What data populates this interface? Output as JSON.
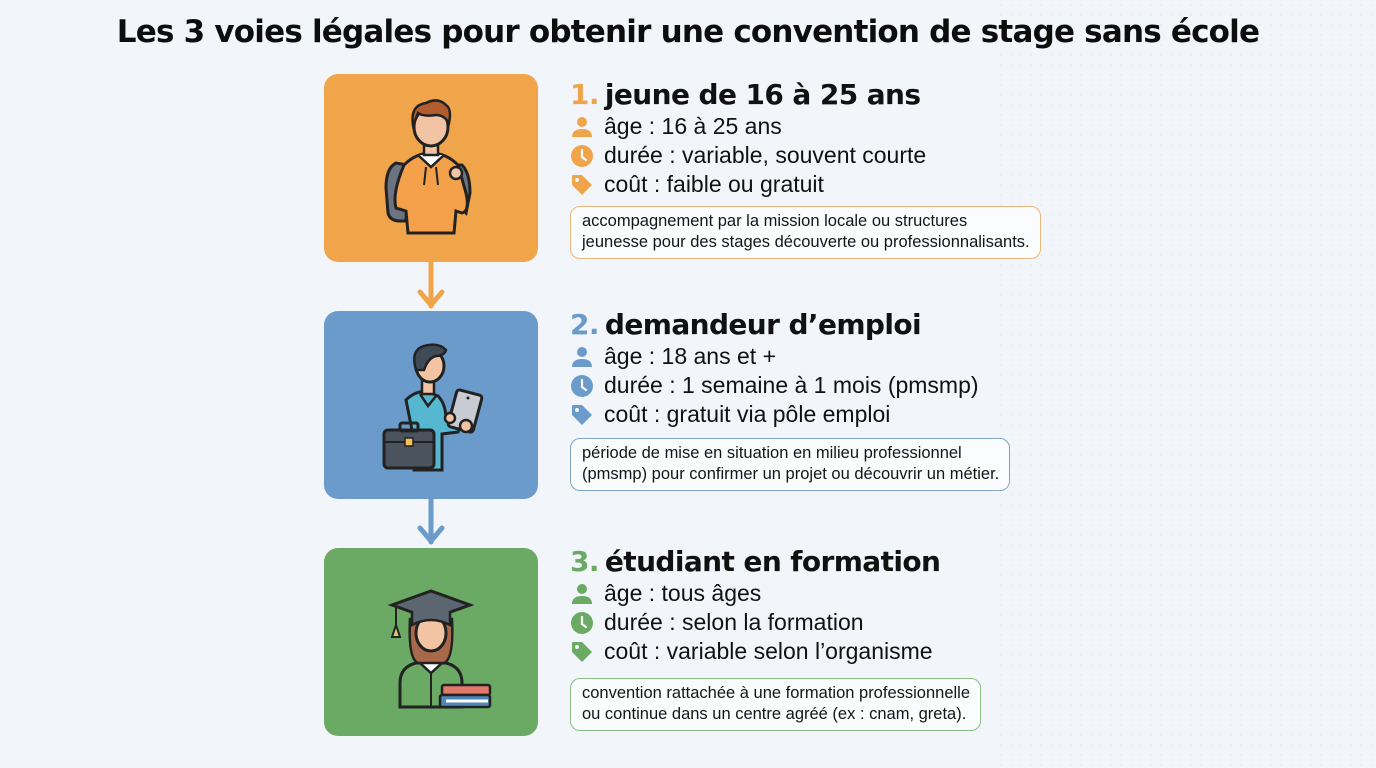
{
  "title": "Les 3 voies légales pour obtenir une convention de stage sans école",
  "colors": {
    "background": "#f2f6fa",
    "orange": "#f0a54b",
    "blue": "#6a9bcb",
    "green": "#6aaa64",
    "text": "#111111"
  },
  "steps": [
    {
      "number": "1.",
      "heading": "jeune de 16 à 25 ans",
      "color": "#f0a54b",
      "illustration": "student-with-backpack-icon",
      "details": [
        {
          "icon": "person-icon",
          "text": "âge : 16 à 25 ans"
        },
        {
          "icon": "clock-icon",
          "text": "durée : variable, souvent courte"
        },
        {
          "icon": "price-tag-icon",
          "text": "coût : faible ou gratuit"
        }
      ],
      "note": [
        "accompagnement par la mission locale ou structures",
        "jeunesse pour des stages découverte ou professionnalisants."
      ]
    },
    {
      "number": "2.",
      "heading": "demandeur d’emploi",
      "color": "#6a9bcb",
      "illustration": "job-seeker-with-briefcase-tablet-icon",
      "details": [
        {
          "icon": "person-icon",
          "text": "âge : 18 ans et +"
        },
        {
          "icon": "clock-icon",
          "text": "durée : 1 semaine à 1 mois (pmsmp)"
        },
        {
          "icon": "price-tag-icon",
          "text": "coût : gratuit via pôle emploi"
        }
      ],
      "note": [
        "période de mise en situation en milieu professionnel",
        "(pmsmp) pour confirmer un projet ou découvrir un métier."
      ]
    },
    {
      "number": "3.",
      "heading": "étudiant en formation",
      "color": "#6aaa64",
      "illustration": "graduate-with-books-icon",
      "details": [
        {
          "icon": "person-icon",
          "text": "âge : tous âges"
        },
        {
          "icon": "clock-icon",
          "text": "durée : selon la formation"
        },
        {
          "icon": "price-tag-icon",
          "text": "coût : variable selon l’organisme"
        }
      ],
      "note": [
        "convention rattachée à une formation professionnelle",
        "ou continue dans un centre agréé (ex : cnam, greta)."
      ]
    }
  ]
}
